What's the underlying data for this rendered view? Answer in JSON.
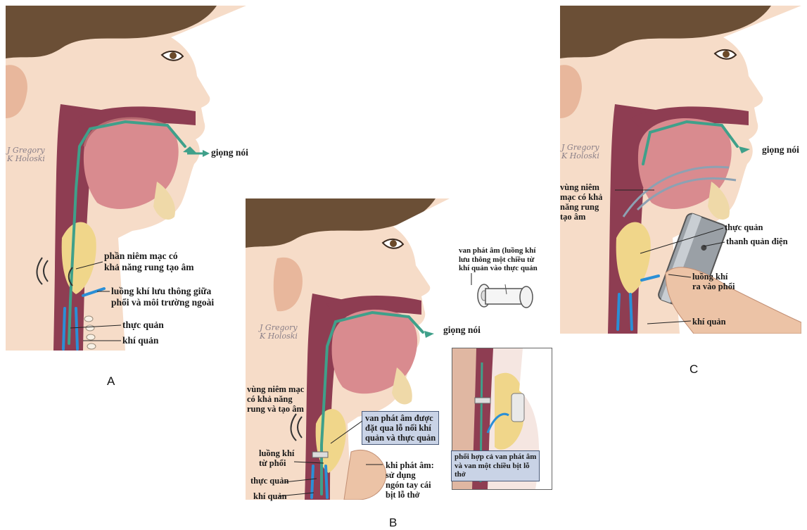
{
  "panels": {
    "A": {
      "caption": "A",
      "signature": "J Gregory\nK Holoski",
      "labels": {
        "voice": "giọng nói",
        "mucosa": "phần niêm mạc có\nkhả năng rung tạo âm",
        "airflow": "luồng khí lưu thông giữa\nphổi và môi trường ngoài",
        "esophagus": "thực quản",
        "trachea": "khí quản"
      }
    },
    "B": {
      "caption": "B",
      "signature": "J Gregory\nK Holoski",
      "labels": {
        "valve_top": "van phát âm (luồng khí\nlưu thông một chiều từ\nkhí quản vào thực quản",
        "voice": "giọng nói",
        "mucosa": "vùng niêm mạc\ncó khả năng\nrung và tạo âm",
        "valve_placed": "van phát âm được\nđặt qua lỗ nối khí\nquản và thực quản",
        "air_from_lungs": "luồng khí\ntừ phổi",
        "esophagus": "thực quản",
        "trachea": "khí quản",
        "thumb": "khi phát âm:\nsử dụng\nngón tay cái\nbịt lỗ thở",
        "combo": "phối hợp cả van phát âm\nvà van một chiều bịt lỗ\nthở"
      }
    },
    "C": {
      "caption": "C",
      "signature": "J Gregory\nK Holoski",
      "labels": {
        "voice": "giọng nói",
        "mucosa": "vùng niêm\nmạc có khả\nnăng rung\ntạo âm",
        "esophagus": "thực quản",
        "electrolarynx": "thanh quản điện",
        "airflow": "luồng khí\nra vào phổi",
        "trachea": "khí quản"
      }
    }
  },
  "colors": {
    "skin": "#f3d3bd",
    "skin_shadow": "#e4b9a0",
    "hair": "#6b4f36",
    "throat": "#8e3d52",
    "tongue": "#d98b8f",
    "fat": "#f0d68a",
    "airflow_green": "#3fa08a",
    "airflow_blue": "#2a8fd6",
    "box_fill": "#c9d3e6"
  }
}
